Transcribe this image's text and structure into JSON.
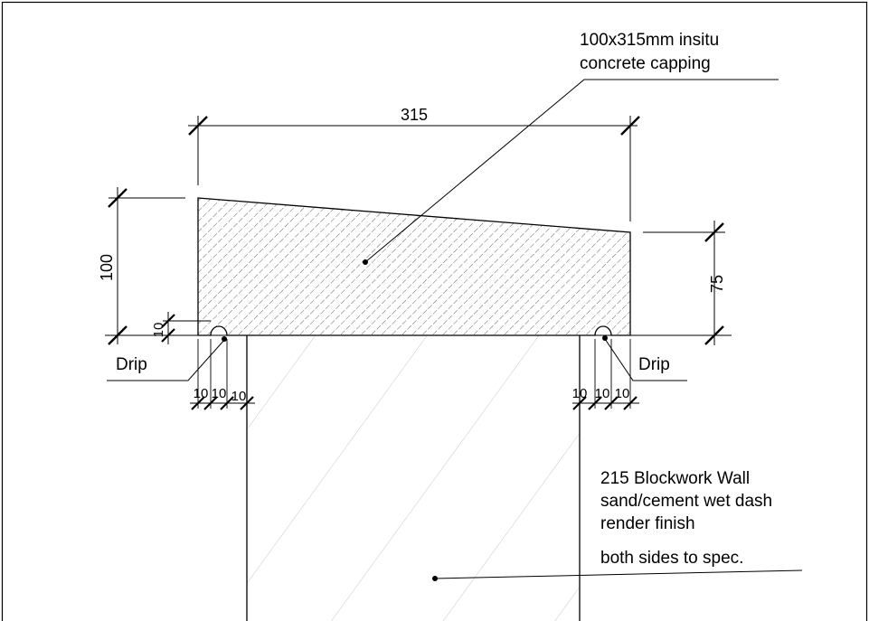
{
  "labels": {
    "capping_line1": "100x315mm insitu",
    "capping_line2": "concrete capping",
    "wall_line1": "215 Blockwork Wall",
    "wall_line2": "sand/cement wet dash",
    "wall_line3": "render finish",
    "wall_line4": "both sides to spec.",
    "drip_left": "Drip",
    "drip_right": "Drip"
  },
  "dimensions": {
    "width": "315",
    "height_left": "100",
    "height_right": "75",
    "drip_offset": "10",
    "left_spacing": [
      "10",
      "10",
      "10"
    ],
    "right_spacing": [
      "10",
      "10",
      "10"
    ]
  }
}
